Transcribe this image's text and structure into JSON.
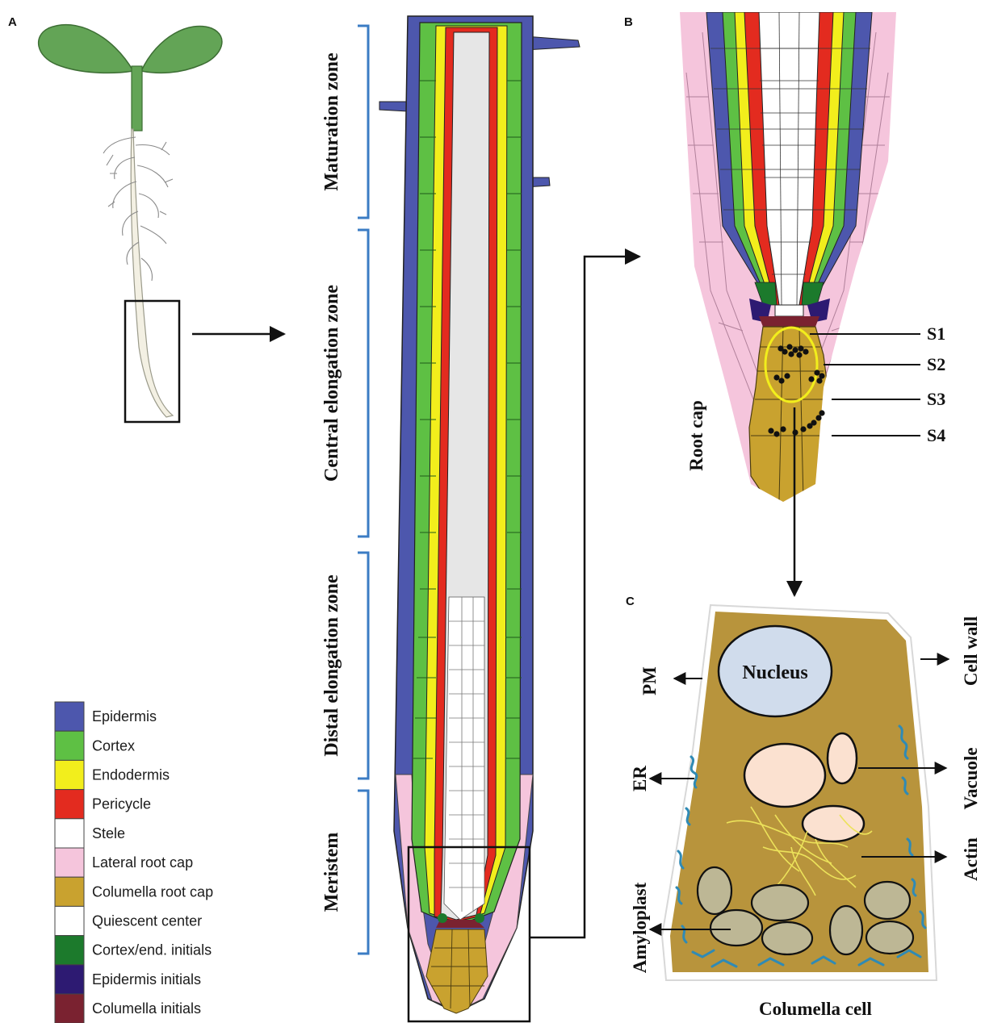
{
  "panels": {
    "a": "A",
    "b": "B",
    "c": "C"
  },
  "zones": [
    {
      "label": "Maturation zone"
    },
    {
      "label": "Central elongation zone"
    },
    {
      "label": "Distal elongation zone"
    },
    {
      "label": "Meristem"
    }
  ],
  "root_cap_label": "Root cap",
  "statocyte_layers": [
    "S1",
    "S2",
    "S3",
    "S4"
  ],
  "cell": {
    "title": "Columella cell",
    "nucleus": "Nucleus",
    "labels": {
      "pm": "PM",
      "cell_wall": "Cell wall",
      "vacuole": "Vacuole",
      "er": "ER",
      "actin": "Actin",
      "amyloplast": "Amyloplast"
    }
  },
  "legend": [
    {
      "label": "Epidermis",
      "color": "#4d57ad"
    },
    {
      "label": "Cortex",
      "color": "#5ec044"
    },
    {
      "label": "Endodermis",
      "color": "#f2ee1c"
    },
    {
      "label": "Pericycle",
      "color": "#e32b1f"
    },
    {
      "label": "Stele",
      "color": "#ffffff"
    },
    {
      "label": "Lateral root cap",
      "color": "#f5c5dc"
    },
    {
      "label": "Columella root cap",
      "color": "#c9a22f"
    },
    {
      "label": "Quiescent center",
      "color": "#ffffff"
    },
    {
      "label": "Cortex/end. initials",
      "color": "#1c7a2c"
    },
    {
      "label": "Epidermis initials",
      "color": "#2d1a72"
    },
    {
      "label": "Columella initials",
      "color": "#7a2230"
    }
  ]
}
